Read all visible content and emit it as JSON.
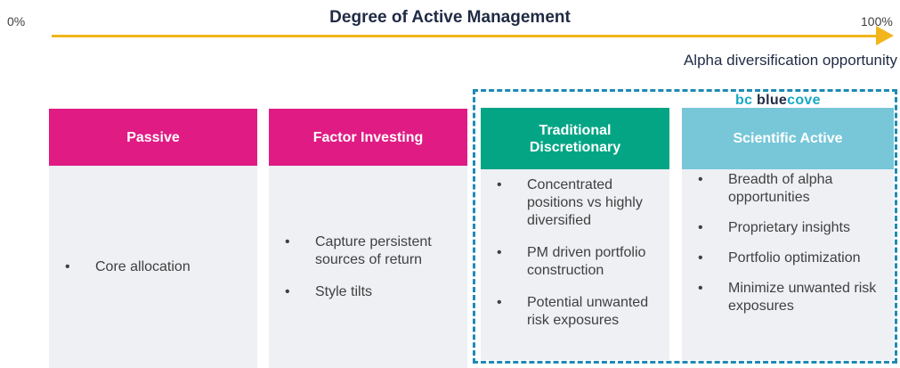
{
  "scale": {
    "min_label": "0%",
    "max_label": "100%",
    "title": "Degree of Active Management",
    "accent": "#f2b61c"
  },
  "alpha_label": "Alpha diversification  opportunity",
  "logo": {
    "mark": "bc",
    "part1": "blue",
    "part2": "cove"
  },
  "colors": {
    "magenta": "#e01b84",
    "green": "#04a585",
    "light_blue": "#77c7d9",
    "dashed_border": "#1f8ab5",
    "body_bg": "#eef0f4"
  },
  "columns": [
    {
      "title": "Passive",
      "bullets": [
        "Core allocation"
      ]
    },
    {
      "title": "Factor Investing",
      "bullets": [
        "Capture persistent sources of return",
        "Style tilts"
      ]
    },
    {
      "title": "Traditional Discretionary",
      "bullets": [
        "Concentrated positions vs highly diversified",
        "PM driven portfolio construction",
        "Potential unwanted risk exposures"
      ]
    },
    {
      "title": "Scientific Active",
      "bullets": [
        "Breadth of alpha opportunities",
        "Proprietary insights",
        "Portfolio optimization",
        "Minimize unwanted risk exposures"
      ]
    }
  ]
}
